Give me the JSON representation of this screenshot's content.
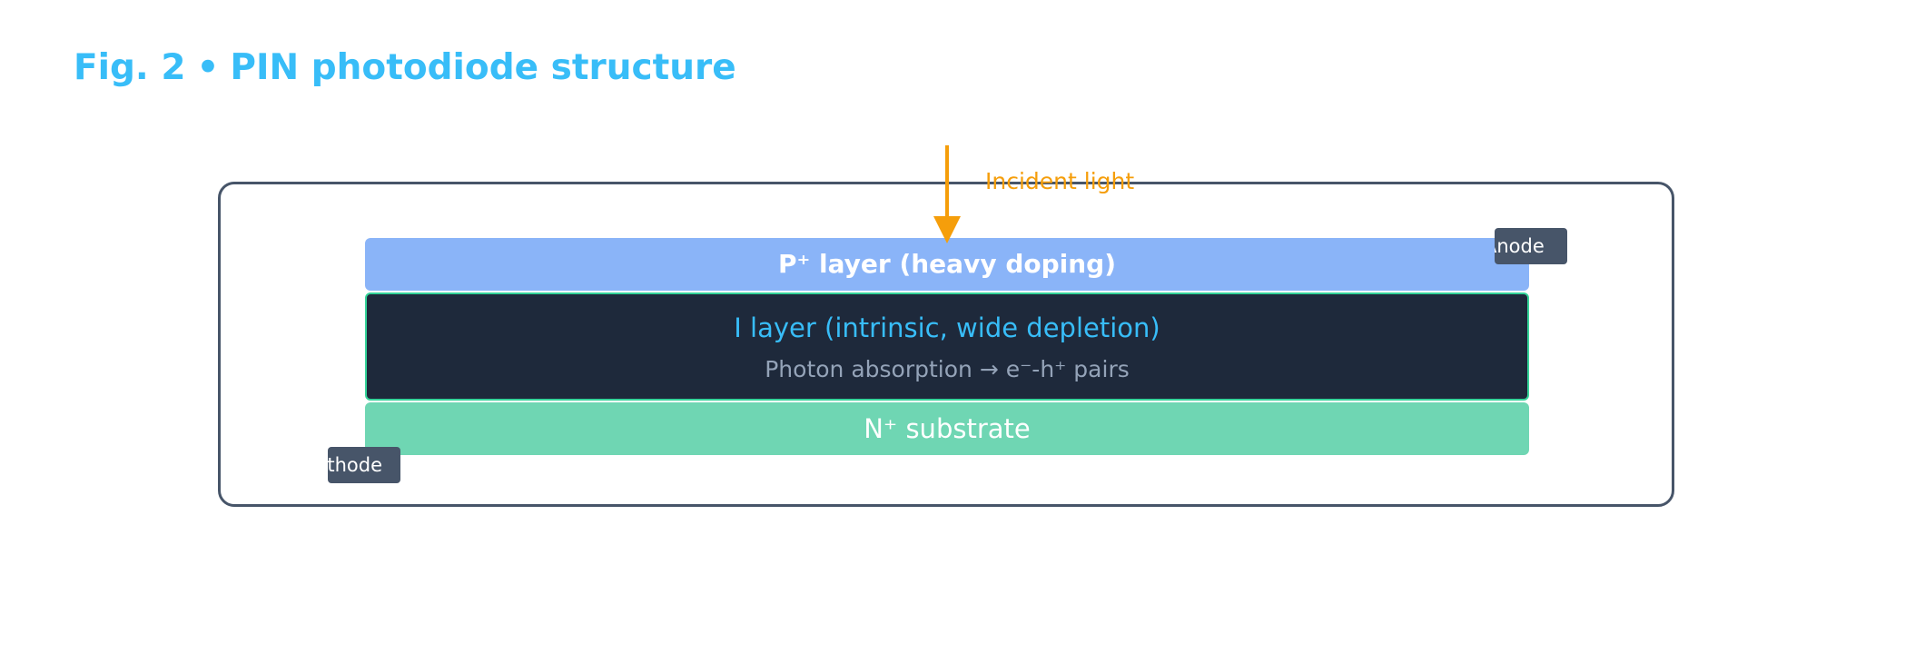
{
  "figure": {
    "number": "Fig. 2",
    "separator": "•",
    "title": "PIN photodiode structure"
  },
  "layers": {
    "p": {
      "label": "P⁺ layer (heavy doping)"
    },
    "i": {
      "label": "I layer (intrinsic, wide depletion)",
      "sublabel": "Photon absorption → e⁻-h⁺ pairs"
    },
    "n": {
      "label": "N⁺ substrate"
    }
  },
  "contacts": {
    "anode": "Anode",
    "cathode": "Cathode"
  },
  "light": {
    "label": "Incident light",
    "color": "#f59e0b"
  },
  "colors": {
    "accent": "#38bdf8",
    "p_layer": "#8ab4f8",
    "i_layer": "#1e293b",
    "n_layer": "#6fd6b3",
    "frame": "#475569"
  }
}
